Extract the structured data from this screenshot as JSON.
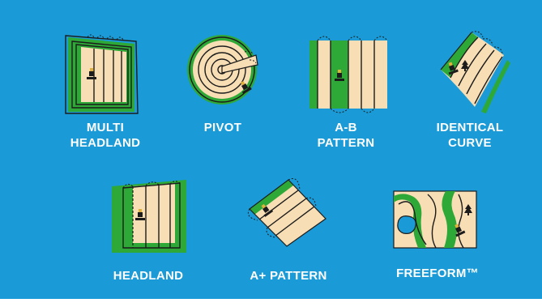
{
  "colors": {
    "background": "#1a9bd7",
    "field": "#f8deb4",
    "headland": "#2ea836",
    "line": "#1c1c1c",
    "water": "#1a9bd7",
    "label": "#ffffff"
  },
  "patterns": [
    {
      "id": "multi-headland",
      "icon": "multi-headland-icon",
      "label_lines": [
        "MULTI",
        "HEADLAND"
      ]
    },
    {
      "id": "pivot",
      "icon": "pivot-icon",
      "label_lines": [
        "PIVOT"
      ]
    },
    {
      "id": "a-b-pattern",
      "icon": "a-b-pattern-icon",
      "label_lines": [
        "A-B",
        "PATTERN"
      ]
    },
    {
      "id": "identical-curve",
      "icon": "identical-curve-icon",
      "label_lines": [
        "IDENTICAL",
        "CURVE"
      ]
    },
    {
      "id": "headland",
      "icon": "headland-icon",
      "label_lines": [
        "HEADLAND"
      ]
    },
    {
      "id": "a-plus-pattern",
      "icon": "a-plus-pattern-icon",
      "label_lines": [
        "A+ PATTERN"
      ]
    },
    {
      "id": "freeform",
      "icon": "freeform-icon",
      "label_lines": [
        "FREEFORM™"
      ]
    }
  ]
}
